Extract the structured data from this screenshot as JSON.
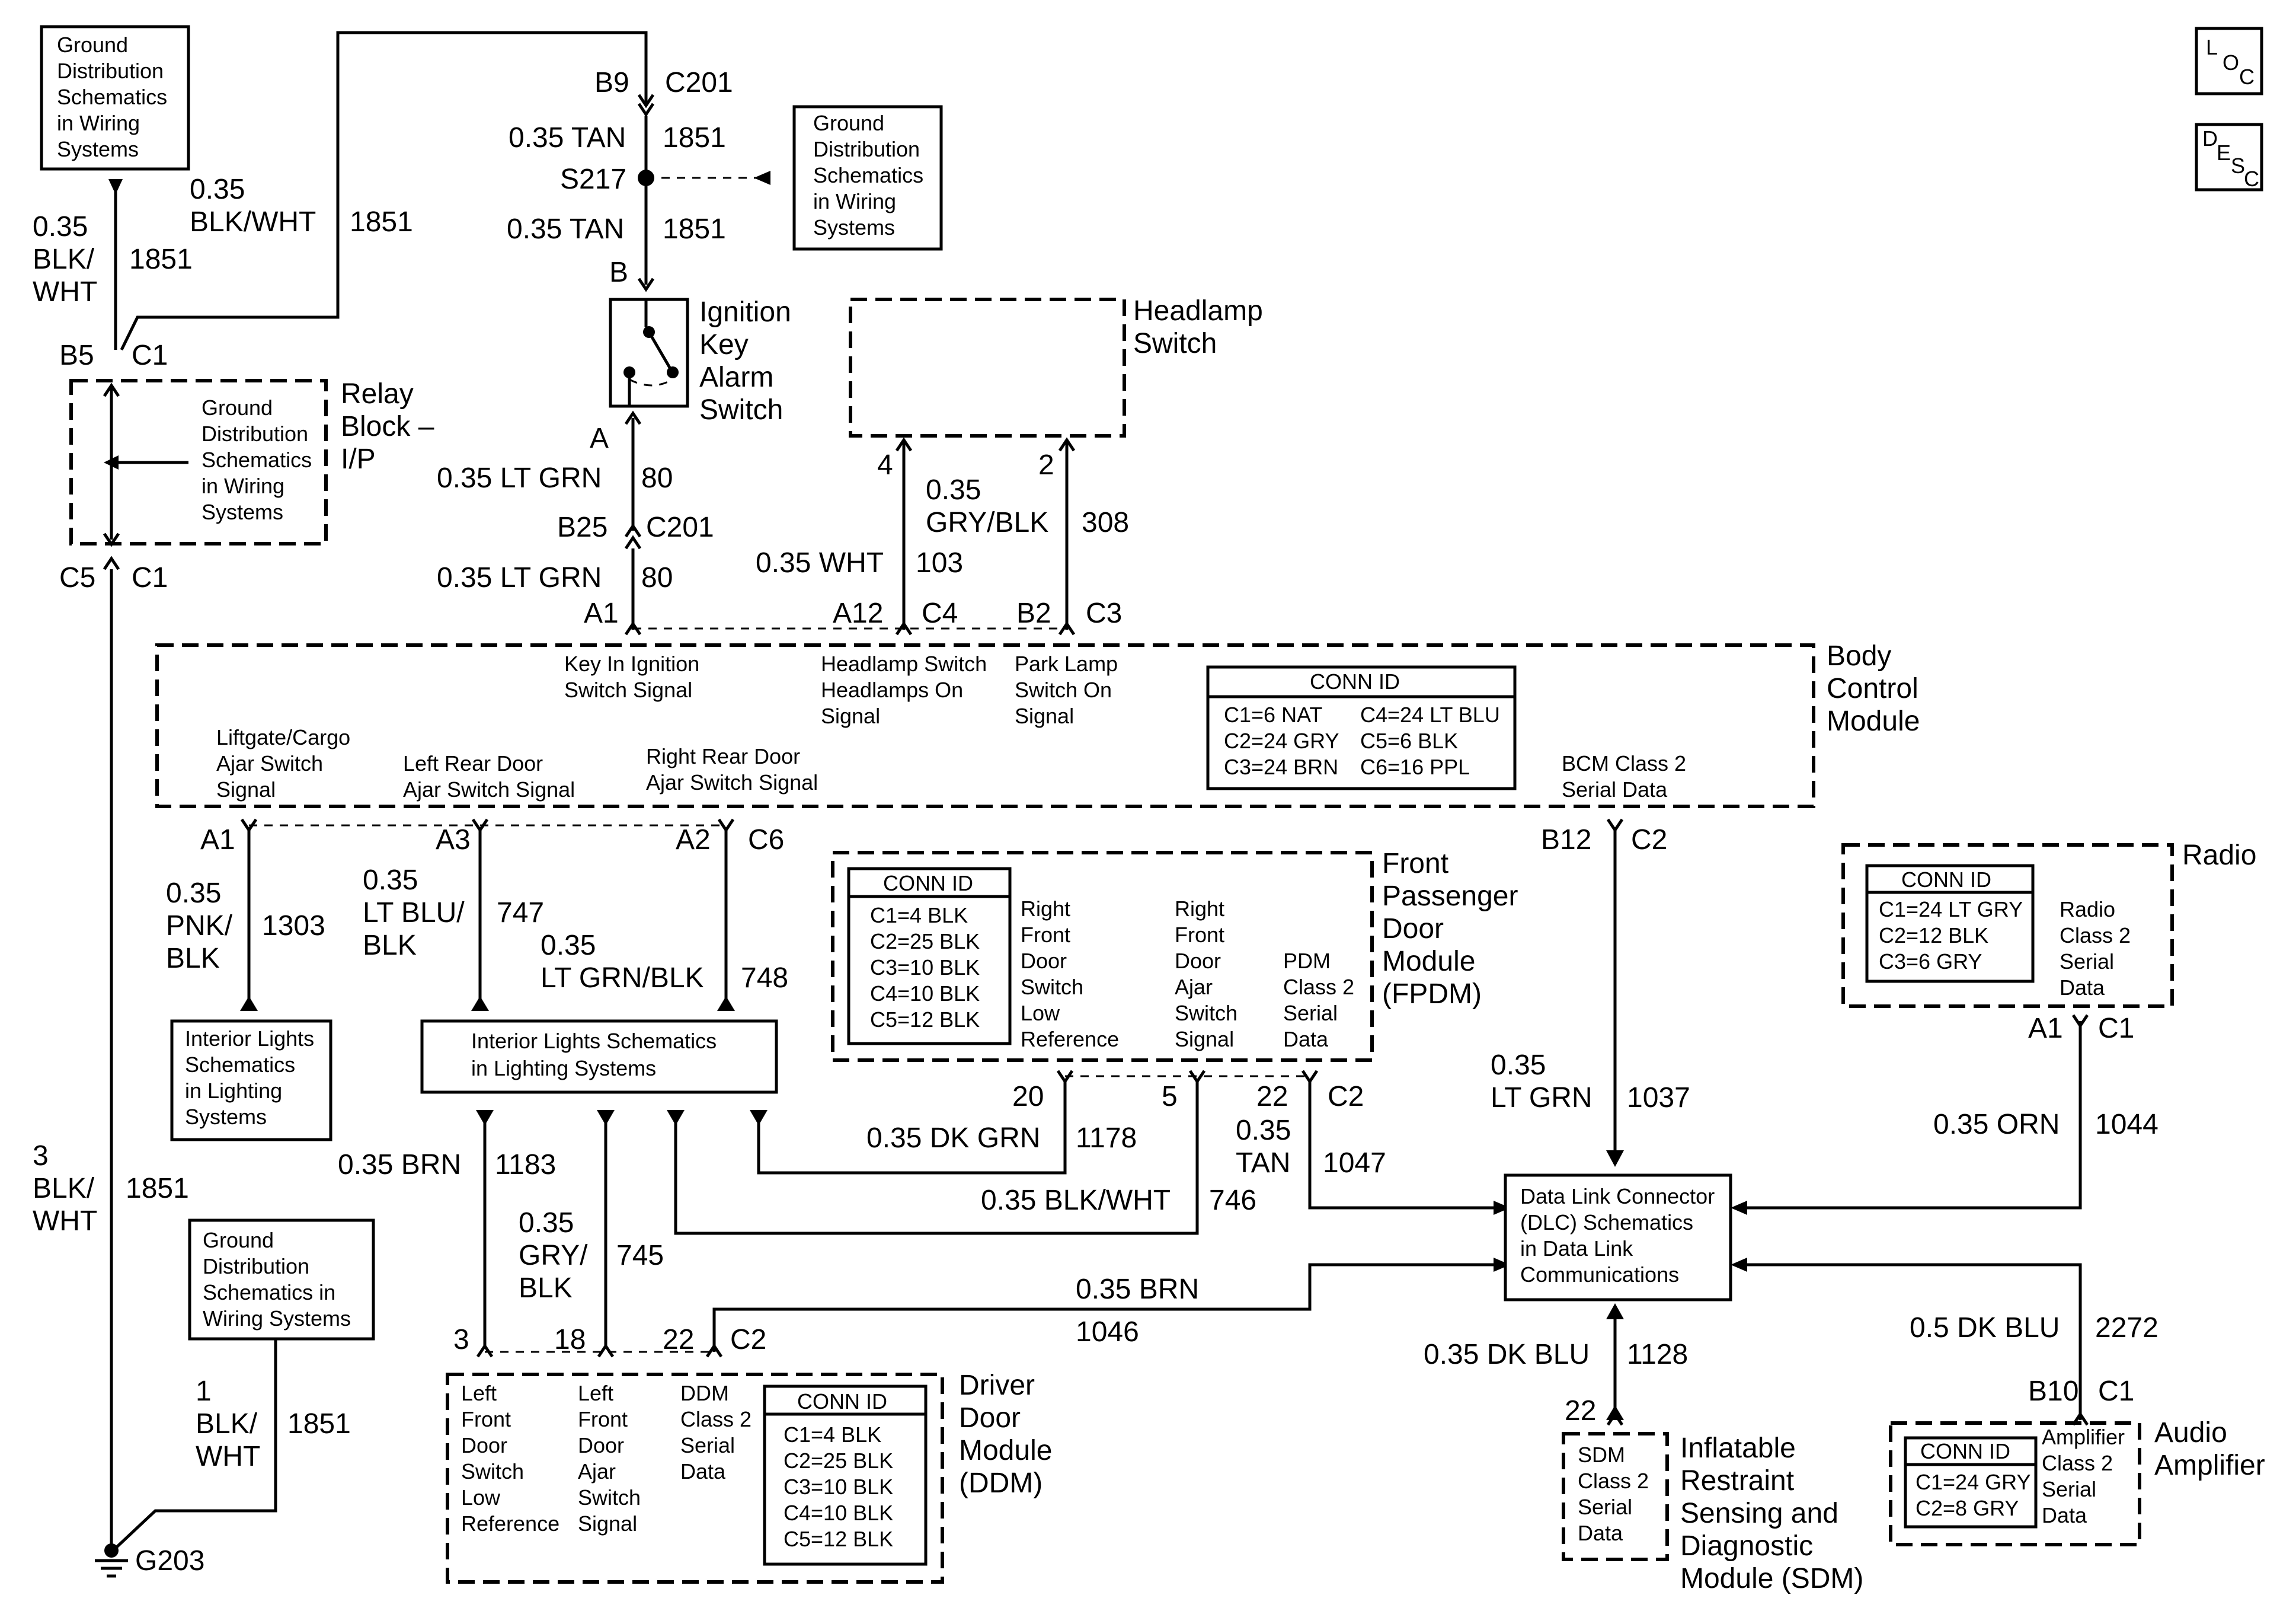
{
  "icons": {
    "loc": "loc-icon",
    "desc": "desc-icon",
    "ground": "ground-symbol-icon"
  },
  "corner": {
    "loc_L": "L",
    "loc_O": "O",
    "loc_C": "C",
    "desc_D": "D",
    "desc_E": "E",
    "desc_S": "S",
    "desc_C": "C"
  },
  "refs": {
    "gnd_top_left": [
      "Ground",
      "Distribution",
      "Schematics",
      "in Wiring",
      "Systems"
    ],
    "gnd_s217": [
      "Ground",
      "Distribution",
      "Schematics",
      "in Wiring",
      "Systems"
    ],
    "gnd_relay": [
      "Ground",
      "Distribution",
      "Schematics",
      "in Wiring",
      "Systems"
    ],
    "gnd_lower": [
      "Ground",
      "Distribution",
      "Schematics in",
      "Wiring Systems"
    ],
    "int_lights_left": [
      "Interior Lights",
      "Schematics",
      "in Lighting",
      "Systems"
    ],
    "int_lights_mid": [
      "Interior Lights Schematics",
      "in Lighting Systems"
    ],
    "dlc": [
      "Data Link Connector",
      "(DLC) Schematics",
      "in Data Link",
      "Communications"
    ]
  },
  "components": {
    "relay_block": [
      "Relay",
      "Block –",
      "I/P"
    ],
    "ignition_switch": [
      "Ignition",
      "Key",
      "Alarm",
      "Switch"
    ],
    "headlamp_switch": [
      "Headlamp",
      "Switch"
    ],
    "bcm": [
      "Body",
      "Control",
      "Module"
    ],
    "fpdm": [
      "Front",
      "Passenger",
      "Door",
      "Module",
      "(FPDM)"
    ],
    "radio": [
      "Radio"
    ],
    "ddm": [
      "Driver",
      "Door",
      "Module",
      "(DDM)"
    ],
    "sdm": [
      "Inflatable",
      "Restraint",
      "Sensing and",
      "Diagnostic",
      "Module (SDM)"
    ],
    "amp": [
      "Audio",
      "Amplifier"
    ]
  },
  "bcm_signals": {
    "key_in": [
      "Key In Ignition",
      "Switch Signal"
    ],
    "headlamps_on": [
      "Headlamp Switch",
      "Headlamps On",
      "Signal"
    ],
    "park_lamp": [
      "Park Lamp",
      "Switch On",
      "Signal"
    ],
    "liftgate": [
      "Liftgate/Cargo",
      "Ajar Switch",
      "Signal"
    ],
    "left_rear": [
      "Left Rear Door",
      "Ajar Switch Signal"
    ],
    "right_rear": [
      "Right Rear Door",
      "Ajar Switch Signal"
    ],
    "serial": [
      "BCM Class 2",
      "Serial Data"
    ]
  },
  "conn_ids": {
    "bcm": {
      "title": "CONN ID",
      "rows": [
        [
          "C1=6 NAT",
          "C4=24 LT BLU"
        ],
        [
          "C2=24 GRY",
          "C5=6 BLK"
        ],
        [
          "C3=24 BRN",
          "C6=16 PPL"
        ]
      ]
    },
    "fpdm": {
      "title": "CONN ID",
      "rows": [
        "C1=4 BLK",
        "C2=25 BLK",
        "C3=10 BLK",
        "C4=10 BLK",
        "C5=12 BLK"
      ]
    },
    "radio": {
      "title": "CONN ID",
      "rows": [
        "C1=24 LT GRY",
        "C2=12 BLK",
        "C3=6 GRY"
      ]
    },
    "ddm": {
      "title": "CONN ID",
      "rows": [
        "C1=4 BLK",
        "C2=25 BLK",
        "C3=10 BLK",
        "C4=10 BLK",
        "C5=12 BLK"
      ]
    },
    "amp": {
      "title": "CONN ID",
      "rows": [
        "C1=24 GRY",
        "C2=8 GRY"
      ]
    }
  },
  "fpdm_signals": {
    "low_ref": [
      "Right",
      "Front",
      "Door",
      "Switch",
      "Low",
      "Reference"
    ],
    "ajar": [
      "Right",
      "Front",
      "Door",
      "Ajar",
      "Switch",
      "Signal"
    ],
    "serial": [
      "PDM",
      "Class 2",
      "Serial",
      "Data"
    ]
  },
  "radio_signals": {
    "serial": [
      "Radio",
      "Class 2",
      "Serial",
      "Data"
    ]
  },
  "ddm_signals": {
    "low_ref": [
      "Left",
      "Front",
      "Door",
      "Switch",
      "Low",
      "Reference"
    ],
    "ajar": [
      "Left",
      "Front",
      "Door",
      "Ajar",
      "Switch",
      "Signal"
    ],
    "serial": [
      "DDM",
      "Class 2",
      "Serial",
      "Data"
    ]
  },
  "sdm_signals": {
    "serial": [
      "SDM",
      "Class 2",
      "Serial",
      "Data"
    ]
  },
  "amp_signals": {
    "serial": [
      "Amplifier",
      "Class 2",
      "Serial",
      "Data"
    ]
  },
  "pins": {
    "b9": "B9",
    "c201_top": "C201",
    "s217": "S217",
    "b_ign": "B",
    "a_ign": "A",
    "b25": "B25",
    "c201_mid": "C201",
    "a1_bcm": "A1",
    "a12": "A12",
    "c4": "C4",
    "b2": "B2",
    "c3": "C3",
    "hs_4": "4",
    "hs_2": "2",
    "b5": "B5",
    "c1_relay_top": "C1",
    "c5": "C5",
    "c1_relay_bot": "C1",
    "a1_lift": "A1",
    "a3": "A3",
    "a2": "A2",
    "c6": "C6",
    "b12": "B12",
    "c2_bcm": "C2",
    "a1_radio": "A1",
    "c1_radio": "C1",
    "fp_20": "20",
    "fp_5": "5",
    "fp_22": "22",
    "fp_c2": "C2",
    "dd_3": "3",
    "dd_18": "18",
    "dd_22": "22",
    "dd_c2": "C2",
    "sdm_22": "22",
    "b10": "B10",
    "c1_amp": "C1",
    "g203": "G203"
  },
  "wires": {
    "tan_top": [
      "0.35 TAN",
      "1851"
    ],
    "tan_bot": [
      "0.35 TAN",
      "1851"
    ],
    "ltgrn_80a": [
      "0.35 LT GRN",
      "80"
    ],
    "ltgrn_80b": [
      "0.35 LT GRN",
      "80"
    ],
    "left_1851": [
      "0.35",
      "BLK/",
      "WHT",
      "1851"
    ],
    "mid_1851": [
      "0.35",
      "BLK/WHT",
      "1851"
    ],
    "wht_103": [
      "0.35 WHT",
      "103"
    ],
    "gry_308": [
      "0.35",
      "GRY/BLK",
      "308"
    ],
    "pnk_1303": [
      "0.35",
      "PNK/",
      "BLK",
      "1303"
    ],
    "ltblu_747": [
      "0.35",
      "LT BLU/",
      "BLK",
      "747"
    ],
    "ltgrnblk_748": [
      "0.35",
      "LT GRN/BLK",
      "748"
    ],
    "ltgrn_1037": [
      "0.35",
      "LT GRN",
      "1037"
    ],
    "orn_1044": [
      "0.35 ORN",
      "1044"
    ],
    "dkgrn_1178": [
      "0.35 DK GRN",
      "1178"
    ],
    "blkwht_746": [
      "0.35 BLK/WHT",
      "746"
    ],
    "tan_1047": [
      "0.35",
      "TAN",
      "1047"
    ],
    "brn_1183": [
      "0.35 BRN",
      "1183"
    ],
    "gry_745": [
      "0.35",
      "GRY/",
      "BLK",
      "745"
    ],
    "brn_1046": [
      "0.35 BRN",
      "1046"
    ],
    "big_1851": [
      "3",
      "BLK/",
      "WHT",
      "1851"
    ],
    "one_1851": [
      "1",
      "BLK/",
      "WHT",
      "1851"
    ],
    "dkblu_1128": [
      "0.35 DK BLU",
      "1128"
    ],
    "dkblu_2272": [
      "0.5 DK BLU",
      "2272"
    ]
  }
}
